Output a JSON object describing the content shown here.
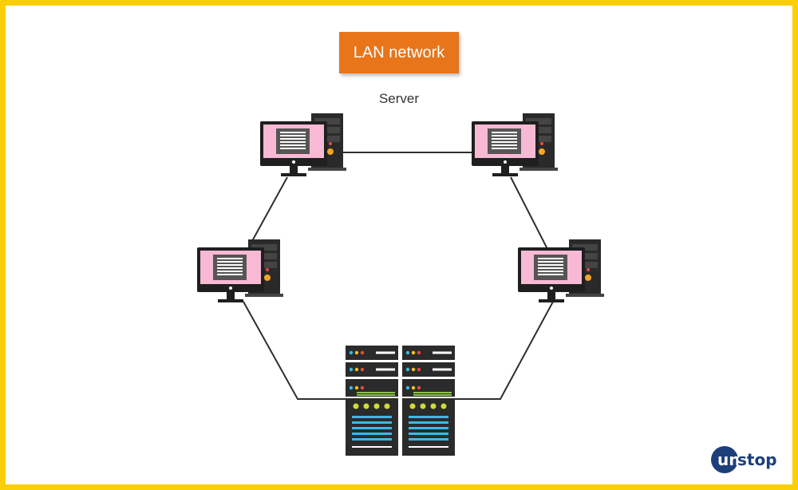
{
  "title": "LAN network",
  "server_label": "Server",
  "logo": {
    "text": "unstop"
  },
  "colors": {
    "border": "#fbcf07",
    "title_box": "#e8751a",
    "screen": "#f7b9d3",
    "dark": "#1f1f1f",
    "line": "#2f2f2f",
    "logo": "#1c3f7a"
  },
  "nodes": [
    {
      "id": "pc-top-left",
      "kind": "computer"
    },
    {
      "id": "pc-top-right",
      "kind": "computer"
    },
    {
      "id": "pc-left",
      "kind": "computer"
    },
    {
      "id": "pc-right",
      "kind": "computer"
    },
    {
      "id": "server-rack",
      "kind": "server"
    }
  ],
  "links": [
    [
      "pc-top-left",
      "pc-top-right"
    ],
    [
      "pc-top-left",
      "pc-left"
    ],
    [
      "pc-top-right",
      "pc-right"
    ],
    [
      "pc-left",
      "server-rack"
    ],
    [
      "pc-right",
      "server-rack"
    ]
  ]
}
